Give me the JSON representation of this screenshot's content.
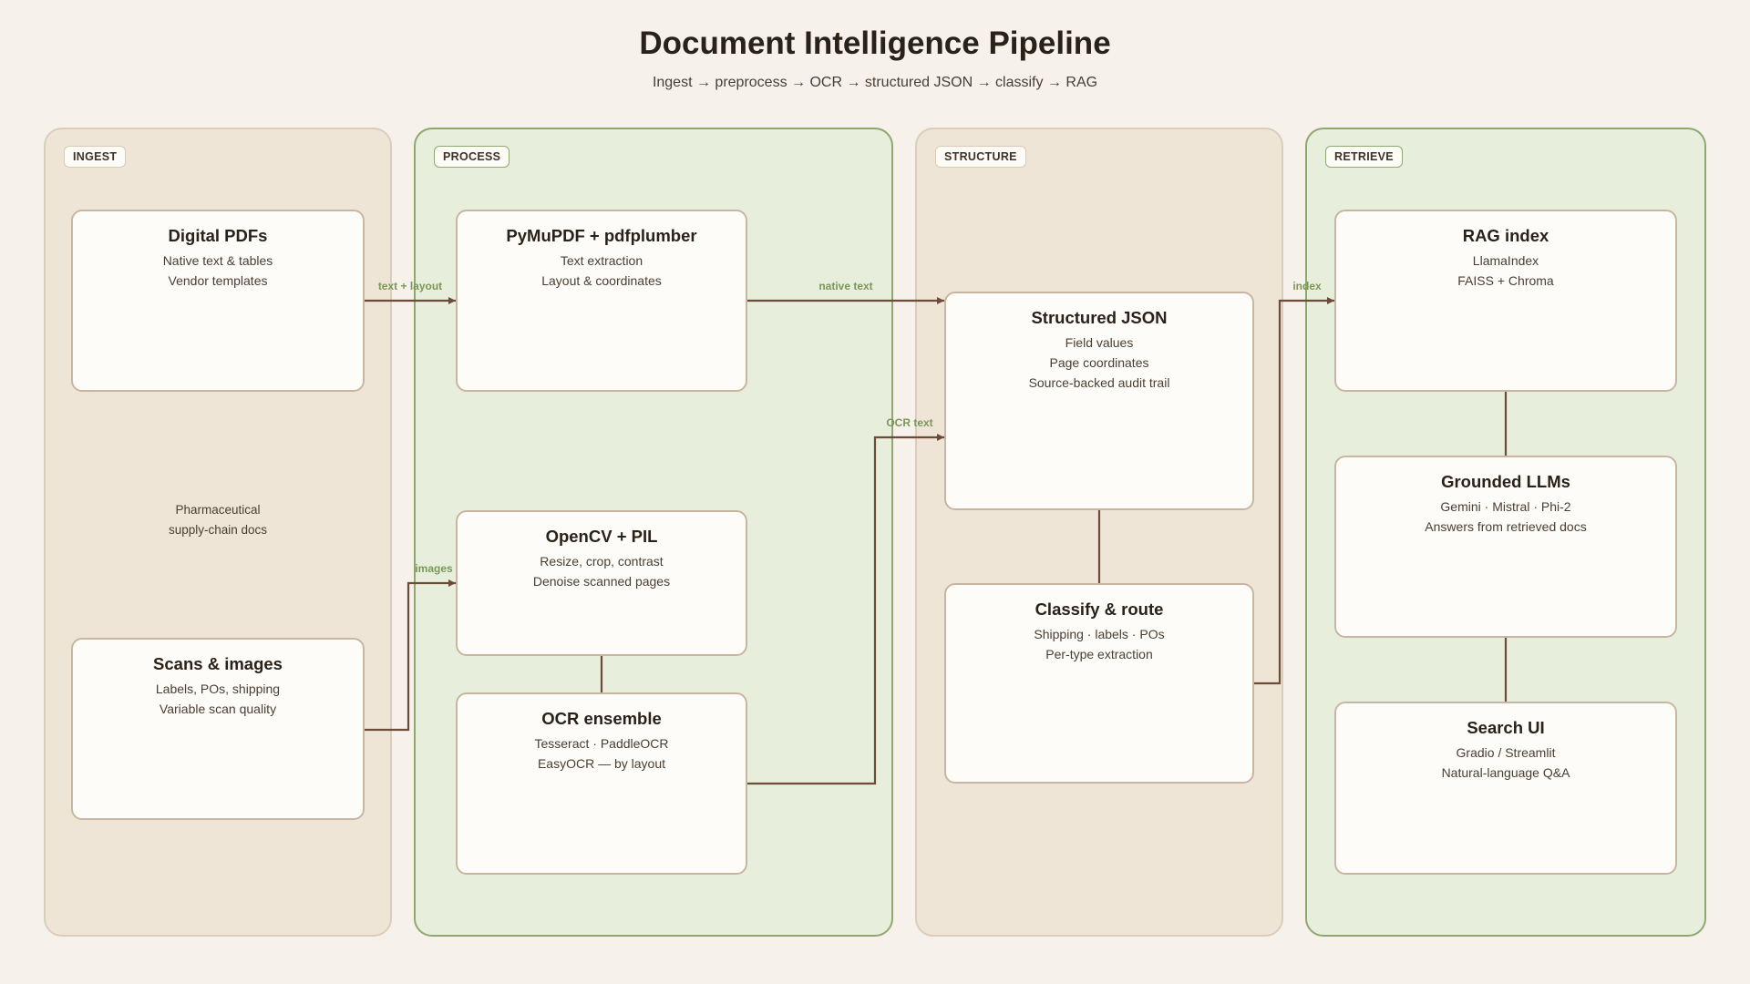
{
  "header": {
    "title": "Document Intelligence Pipeline",
    "subtitle": "Ingest → preprocess → OCR → structured JSON → classify → RAG"
  },
  "lanes": {
    "ingest": "INGEST",
    "process": "PROCESS",
    "structure": "STRUCTURE",
    "retrieve": "RETRIEVE"
  },
  "nodes": {
    "digital_pdfs": {
      "title": "Digital PDFs",
      "lines": [
        "Native text & tables",
        "Vendor templates"
      ]
    },
    "scans_images": {
      "title": "Scans & images",
      "lines": [
        "Labels, POs, shipping",
        "Variable scan quality"
      ]
    },
    "pymupdf": {
      "title": "PyMuPDF + pdfplumber",
      "lines": [
        "Text extraction",
        "Layout & coordinates"
      ]
    },
    "opencv": {
      "title": "OpenCV + PIL",
      "lines": [
        "Resize, crop, contrast",
        "Denoise scanned pages"
      ]
    },
    "ocr": {
      "title": "OCR ensemble",
      "lines": [
        "Tesseract · PaddleOCR",
        "EasyOCR — by layout"
      ]
    },
    "structured_json": {
      "title": "Structured JSON",
      "lines": [
        "Field values",
        "Page coordinates",
        "Source-backed audit trail"
      ]
    },
    "classify": {
      "title": "Classify & route",
      "lines": [
        "Shipping · labels · POs",
        "Per-type extraction"
      ]
    },
    "rag_index": {
      "title": "RAG index",
      "lines": [
        "LlamaIndex",
        "FAISS + Chroma"
      ]
    },
    "grounded_llms": {
      "title": "Grounded LLMs",
      "lines": [
        "Gemini · Mistral · Phi-2",
        "Answers from retrieved docs"
      ]
    },
    "search_ui": {
      "title": "Search UI",
      "lines": [
        "Gradio / Streamlit",
        "Natural-language Q&A"
      ]
    }
  },
  "note": {
    "lines": [
      "Pharmaceutical",
      "supply-chain docs"
    ]
  },
  "edges": {
    "text_layout": "text + layout",
    "native_text": "native text",
    "images": "images",
    "ocr_text": "OCR text",
    "index": "index"
  },
  "colors": {
    "background": "#f6f1ea",
    "lane_tan": "#efe5d7",
    "lane_green": "#e7eedc",
    "lane_green_border": "#8ea870",
    "connector": "#6b4c38",
    "edge_label": "#7a9858"
  }
}
